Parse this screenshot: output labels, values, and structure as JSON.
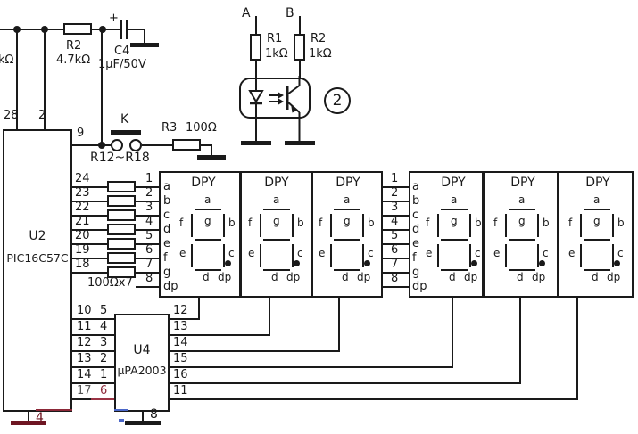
{
  "colors": {
    "ink": "#1a1a1a",
    "scan_red": "#8c2838",
    "scan_blue": "#4a66c8"
  },
  "power": {
    "rail_partial_label": "kΩ",
    "r2_ref": "R2",
    "r2_value": "4.7kΩ",
    "c4_plus": "+",
    "c4_ref": "C4",
    "c4_value": "1μF/50V"
  },
  "reset": {
    "switch_label": "K",
    "r3_ref": "R3",
    "r3_value": "100Ω"
  },
  "u2": {
    "ref": "U2",
    "part": "PIC16C57C",
    "pin28": "28",
    "pin2": "2",
    "pin9": "9",
    "pin4": "4"
  },
  "opto": {
    "in_a": "A",
    "in_b": "B",
    "r1_ref": "R1",
    "r1_value": "1kΩ",
    "r2_ref": "R2",
    "r2_value": "1kΩ",
    "badge": "2"
  },
  "segnet": {
    "range_label": "R12~R18",
    "value_label": "100Ωx7",
    "u2_pins": [
      "24",
      "23",
      "22",
      "21",
      "20",
      "19",
      "18"
    ],
    "line_numbers": [
      "1",
      "2",
      "3",
      "4",
      "5",
      "6",
      "7",
      "8"
    ]
  },
  "dpy": {
    "title": "DPY",
    "pins": [
      "a",
      "b",
      "c",
      "d",
      "e",
      "f",
      "g",
      "dp"
    ],
    "seg": {
      "a": "a",
      "b": "b",
      "c": "c",
      "d": "d",
      "e": "e",
      "f": "f",
      "g": "g",
      "dp": "dp"
    }
  },
  "u4": {
    "ref": "U4",
    "part": "μPA2003",
    "u2_pins": [
      "10",
      "11",
      "12",
      "13",
      "14",
      "17"
    ],
    "in_pins": [
      "5",
      "4",
      "3",
      "2",
      "1",
      "6"
    ],
    "out_pins": [
      "12",
      "13",
      "14",
      "15",
      "16",
      "11"
    ],
    "gnd_pin": "8"
  }
}
